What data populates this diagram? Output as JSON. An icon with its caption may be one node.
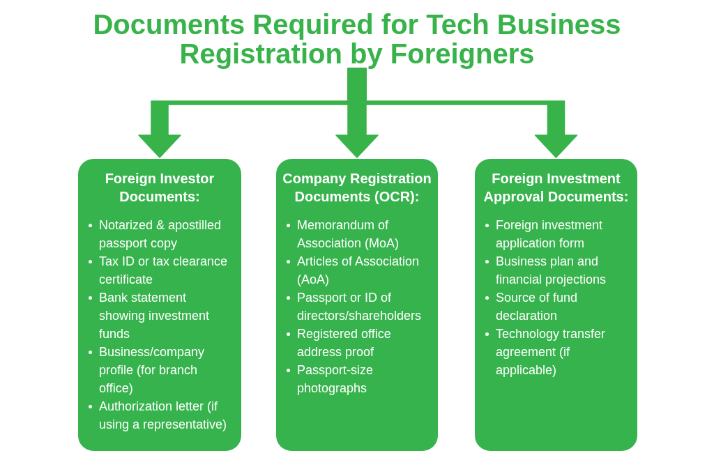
{
  "diagram": {
    "nodes": [
      {
        "text": [
          "Documents Required for Tech Business Registration by Foreigners"
        ]
      },
      {
        "text": [
          "Foreign Investor Documents:",
          "Notarized & apostilled passport copy",
          "Tax ID or tax clearance certificate",
          "Bank statement showing investment funds",
          "Business/company profile (for branch office)",
          "Authorization letter (if using a representative)"
        ]
      },
      {
        "text": [
          "Company Registration Documents (OCR):",
          "Memorandum of Association (MoA)",
          "Articles of Association (AoA)",
          "Passport or ID of directors/shareholders",
          "Registered office address proof",
          "Passport-size photographs"
        ]
      },
      {
        "text": [
          "Foreign Investment Approval Documents:",
          "Foreign investment application form",
          "Business plan and financial projections",
          "Source of fund declaration",
          "Technology transfer agreement (if applicable)"
        ]
      }
    ],
    "edges": [
      {
        "from": 0,
        "to": 1,
        "arrow": "to"
      },
      {
        "from": 0,
        "to": 2,
        "arrow": "to"
      },
      {
        "from": 0,
        "to": 3,
        "arrow": "to"
      }
    ]
  }
}
